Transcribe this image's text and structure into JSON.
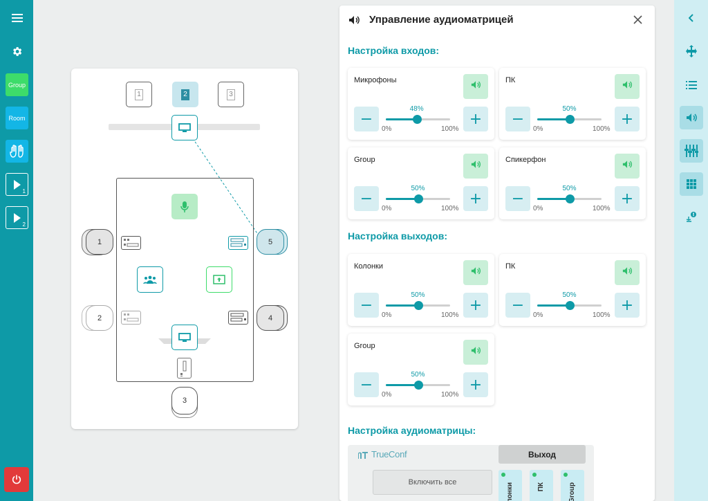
{
  "left_sidebar": {
    "menu_icon": "menu-icon",
    "settings_icon": "gear-icon",
    "group_label": "Group",
    "room_label": "Room",
    "participants_icon": "hands-icon",
    "play1_num": "1",
    "play2_num": "2",
    "power_icon": "power-icon",
    "colors": {
      "bg": "#0e9aa7",
      "group": "#3ddc6a",
      "room": "#13b6e6",
      "power": "#e23a3a"
    }
  },
  "room_plan": {
    "cameras": [
      "1",
      "2",
      "3"
    ],
    "seats": [
      "1",
      "2",
      "3",
      "4",
      "5"
    ]
  },
  "panel": {
    "title": "Управление аудиоматрицей",
    "inputs_title": "Настройка входов:",
    "outputs_title": "Настройка выходов:",
    "matrix_title": "Настройка аудиоматрицы:",
    "inputs": [
      {
        "label": "Микрофоны",
        "value": 48,
        "value_text": "48%",
        "min": "0%",
        "max": "100%"
      },
      {
        "label": "ПК",
        "value": 50,
        "value_text": "50%",
        "min": "0%",
        "max": "100%"
      },
      {
        "label": "Group",
        "value": 50,
        "value_text": "50%",
        "min": "0%",
        "max": "100%"
      },
      {
        "label": "Спикерфон",
        "value": 50,
        "value_text": "50%",
        "min": "0%",
        "max": "100%"
      }
    ],
    "outputs": [
      {
        "label": "Колонки",
        "value": 50,
        "value_text": "50%",
        "min": "0%",
        "max": "100%"
      },
      {
        "label": "ПК",
        "value": 50,
        "value_text": "50%",
        "min": "0%",
        "max": "100%"
      },
      {
        "label": "Group",
        "value": 50,
        "value_text": "50%",
        "min": "0%",
        "max": "100%"
      }
    ],
    "matrix": {
      "logo": "TrueConf",
      "output_header": "Выход",
      "enable_all": "Включить все",
      "columns": [
        "Колонки",
        "ПК",
        "Group"
      ]
    }
  }
}
